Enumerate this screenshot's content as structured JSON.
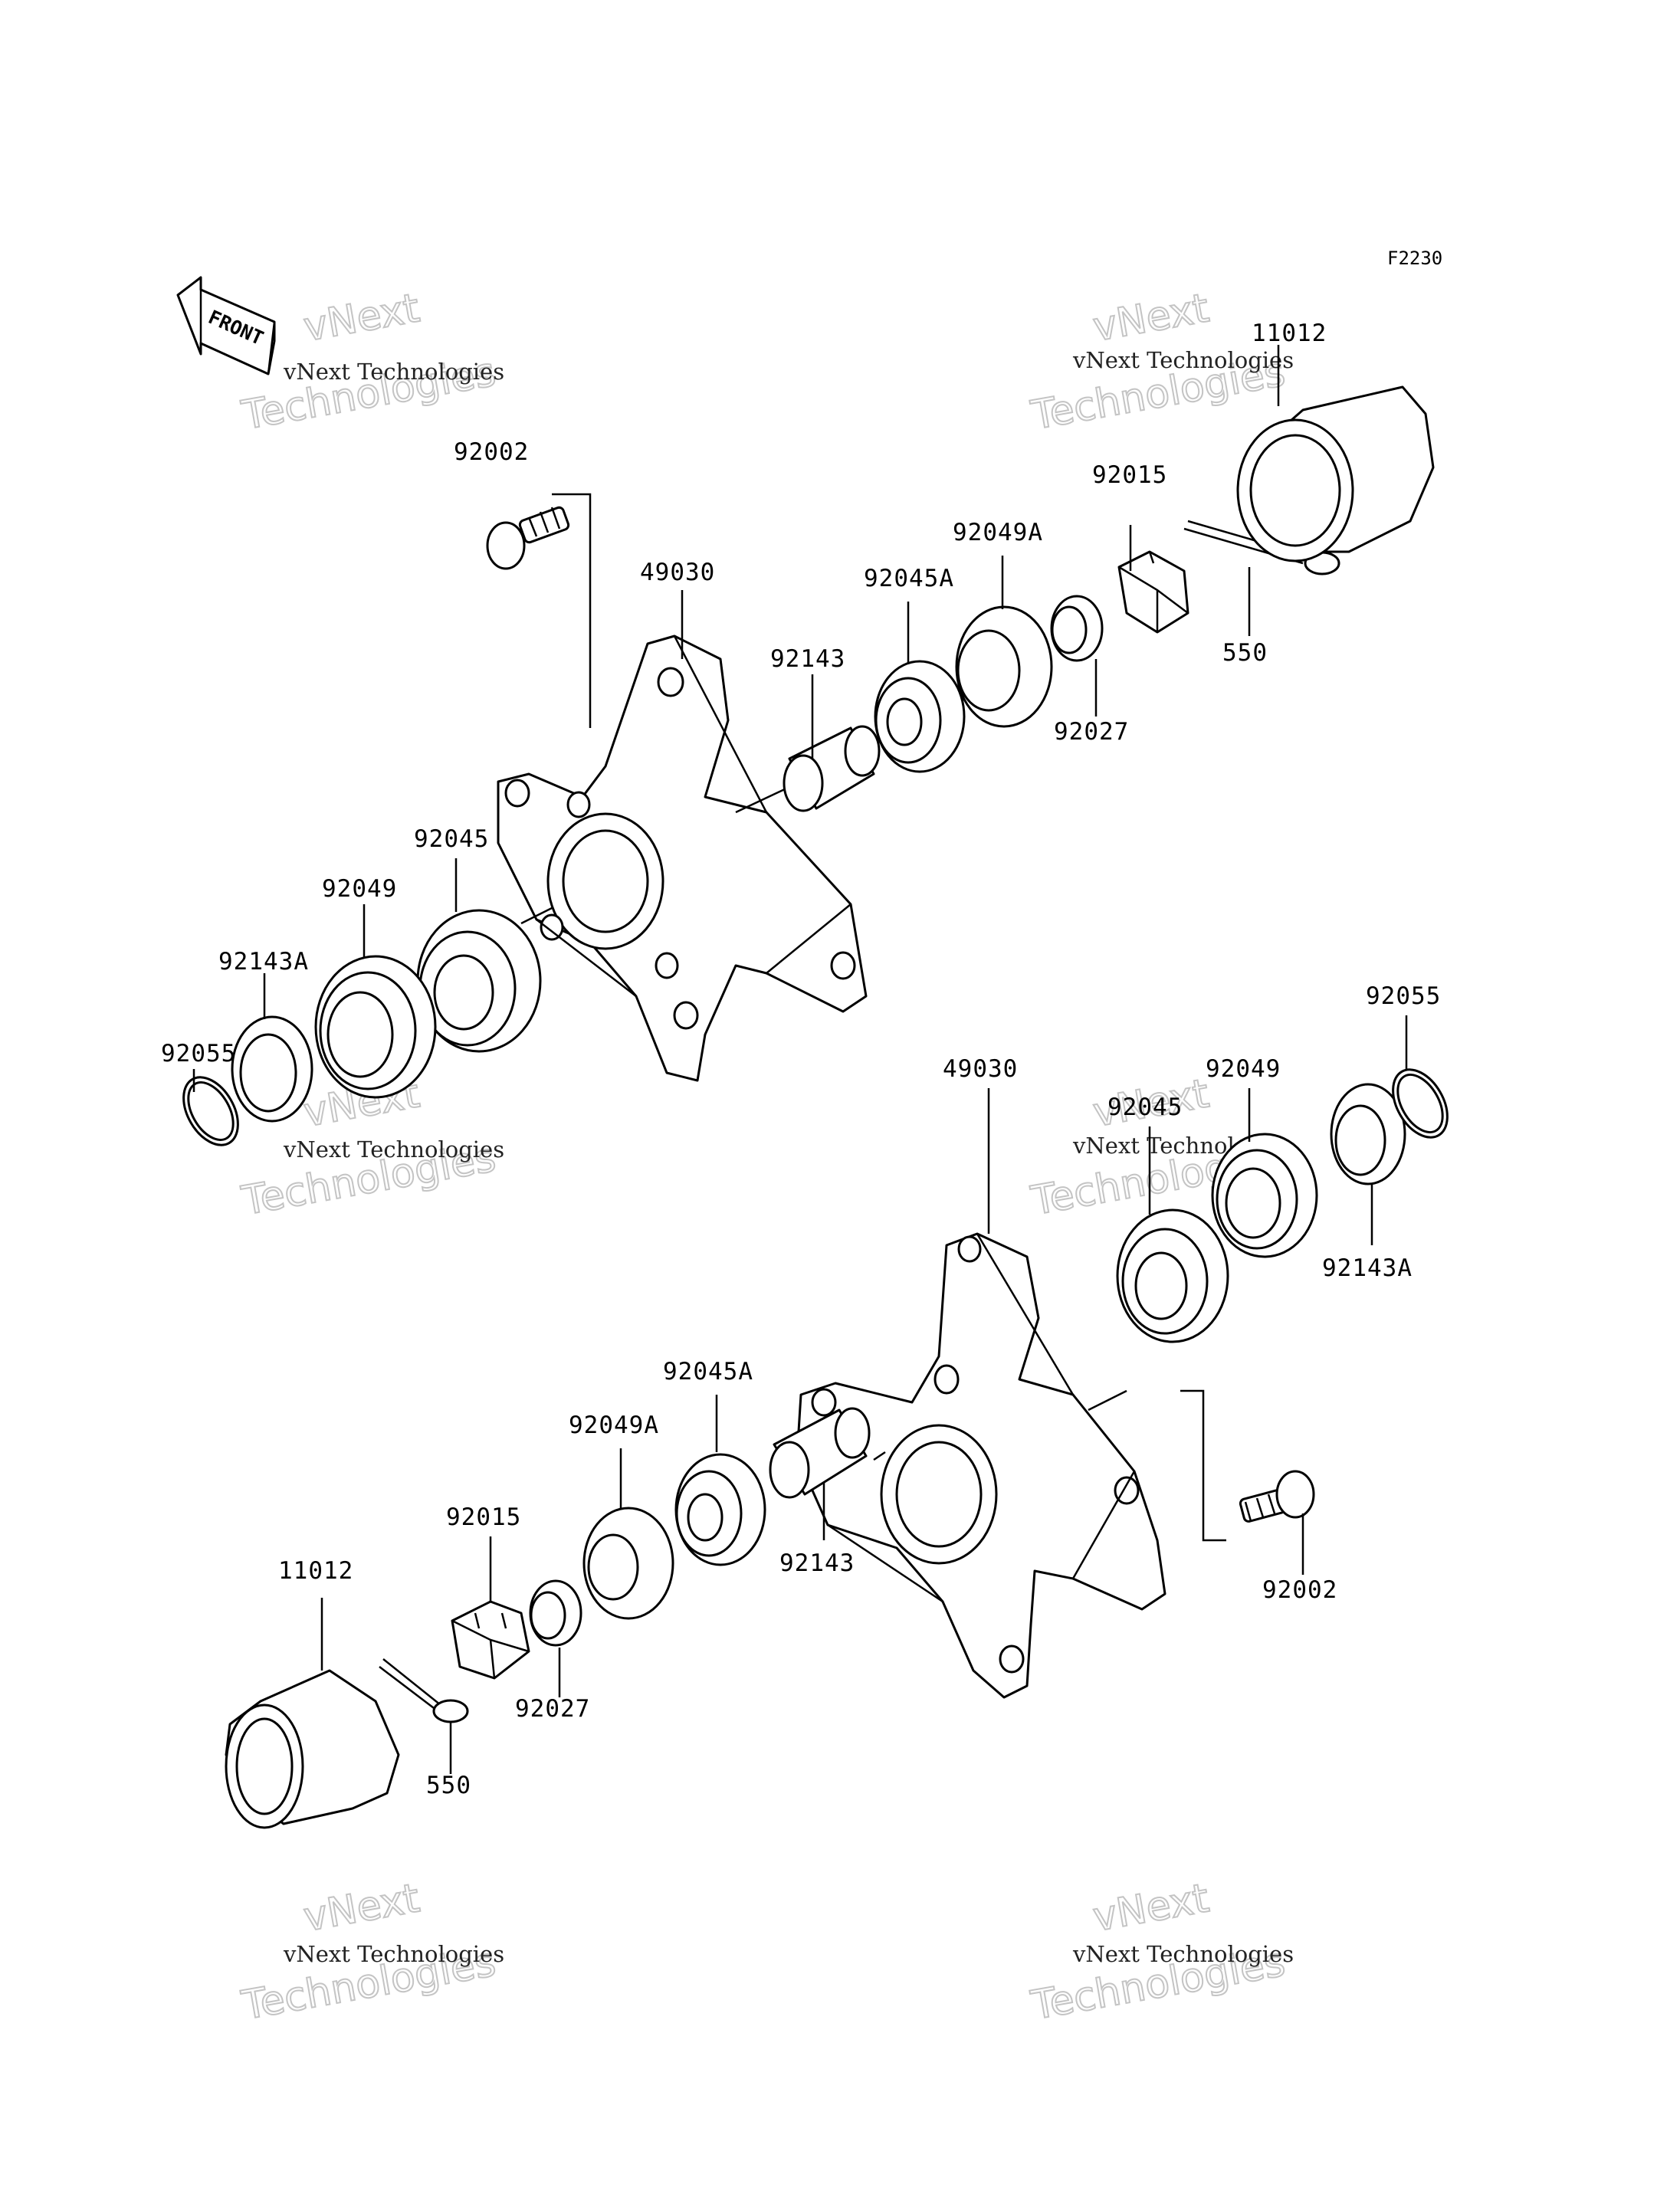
{
  "figure_code": "F2230",
  "front_arrow": {
    "label": "FRONT",
    "icon": "front-direction-arrow-icon"
  },
  "watermark": {
    "small": "vNext Technologies",
    "line1": "vNext",
    "line2": "Technologies"
  },
  "upper_assembly": {
    "labels": {
      "p11012": "11012",
      "p92002": "92002",
      "p92015": "92015",
      "p92049A": "92049A",
      "p49030": "49030",
      "p92045A": "92045A",
      "p92143": "92143",
      "p550": "550",
      "p92027": "92027",
      "p92045": "92045",
      "p92049": "92049",
      "p92143A": "92143A",
      "p92055": "92055"
    }
  },
  "lower_assembly": {
    "labels": {
      "p92055": "92055",
      "p49030": "49030",
      "p92049": "92049",
      "p92045": "92045",
      "p92143A": "92143A",
      "p92045A": "92045A",
      "p92049A": "92049A",
      "p92015": "92015",
      "p92143": "92143",
      "p92002": "92002",
      "p11012": "11012",
      "p92027": "92027",
      "p550": "550"
    }
  }
}
